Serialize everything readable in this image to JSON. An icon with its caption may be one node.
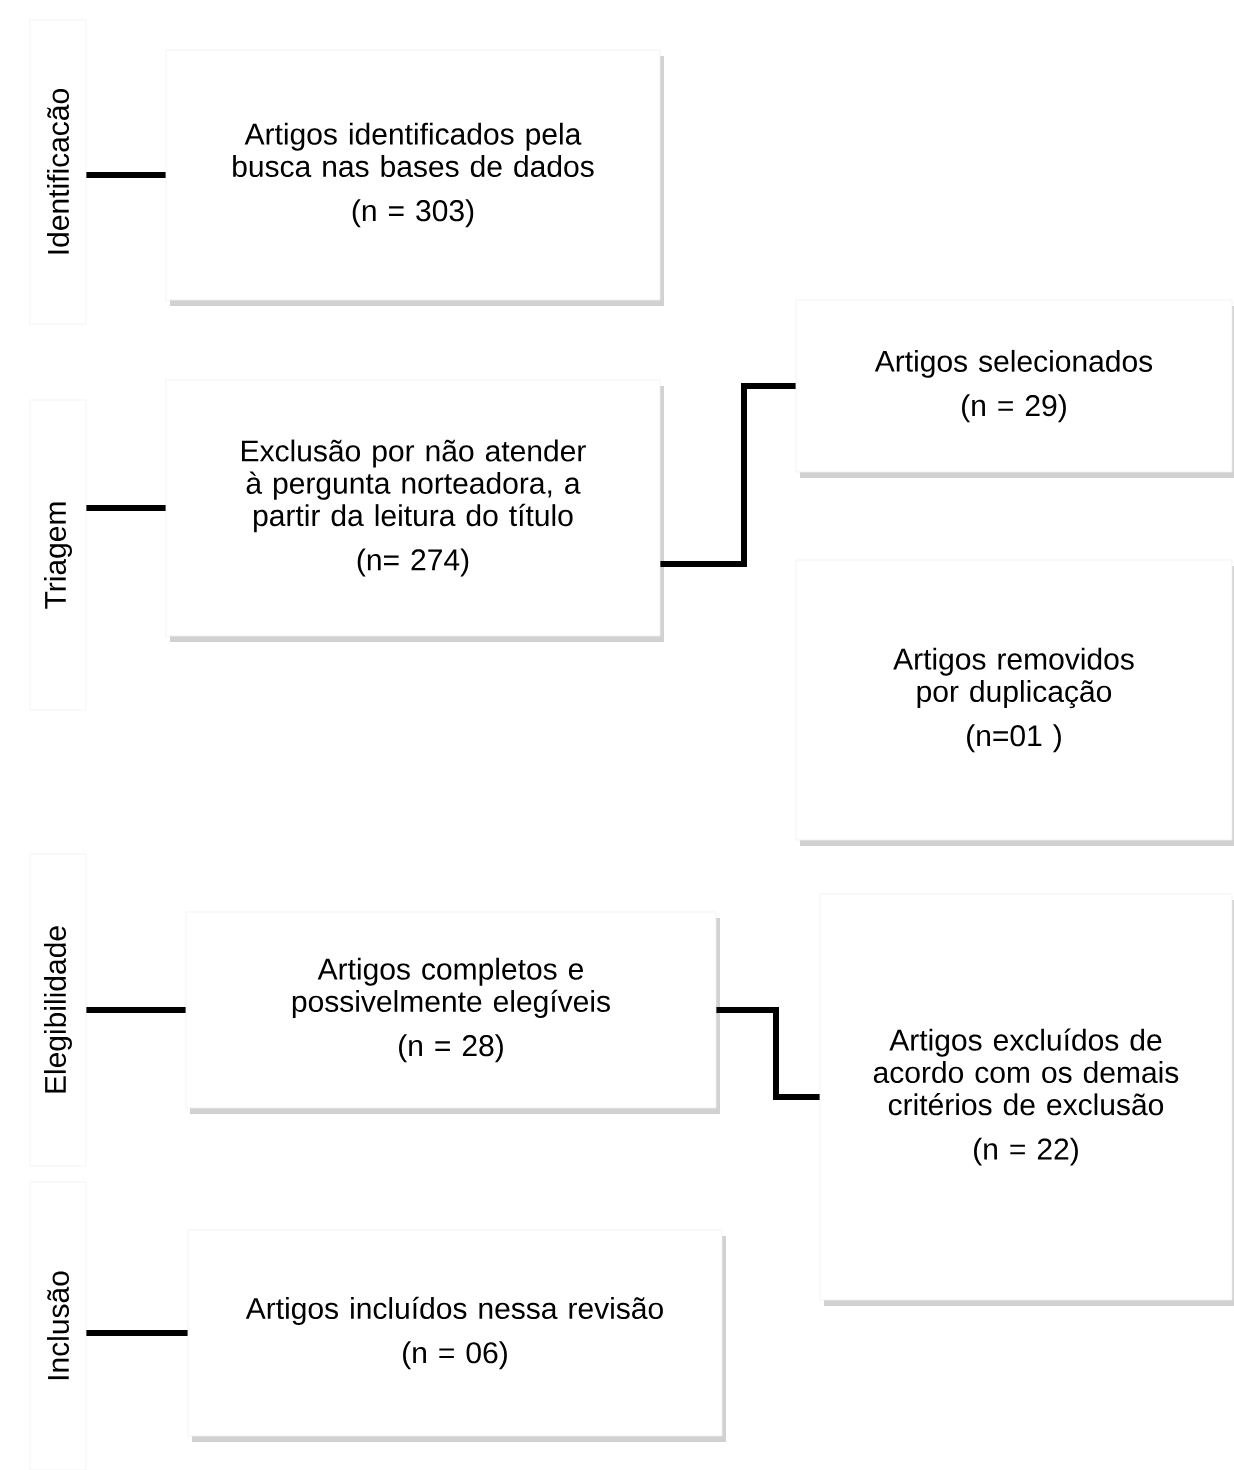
{
  "diagram": {
    "nodes": [
      {
        "text": [
          "Identificacão"
        ]
      },
      {
        "text": [
          "Artigos identificados pela busca nas bases de dados",
          "(n = 303)"
        ]
      },
      {
        "text": [
          "Triagem"
        ]
      },
      {
        "text": [
          "Exclusão por não atender à pergunta norteadora, a partir da leitura do título",
          "(n= 274)"
        ]
      },
      {
        "text": [
          "Artigos selecionados",
          "(n = 29)"
        ]
      },
      {
        "text": [
          "Artigos removidos por duplicação",
          "(n=01 )"
        ]
      },
      {
        "text": [
          "Elegibilidade"
        ]
      },
      {
        "text": [
          "Artigos completos e possivelmente elegíveis",
          "(n = 28)"
        ]
      },
      {
        "text": [
          "Artigos excluídos de acordo com os demais critérios de exclusão",
          "(n = 22)"
        ]
      },
      {
        "text": [
          "Inclusão"
        ]
      },
      {
        "text": [
          "Artigos incluídos nessa revisão",
          "(n = 06)"
        ]
      }
    ],
    "edges": [
      {
        "from": 0,
        "to": 1,
        "arrow": "none"
      },
      {
        "from": 2,
        "to": 3,
        "arrow": "none"
      },
      {
        "from": 3,
        "to": 4,
        "arrow": "none"
      },
      {
        "from": 6,
        "to": 7,
        "arrow": "none"
      },
      {
        "from": 7,
        "to": 8,
        "arrow": "none"
      },
      {
        "from": 9,
        "to": 10,
        "arrow": "none"
      }
    ]
  }
}
